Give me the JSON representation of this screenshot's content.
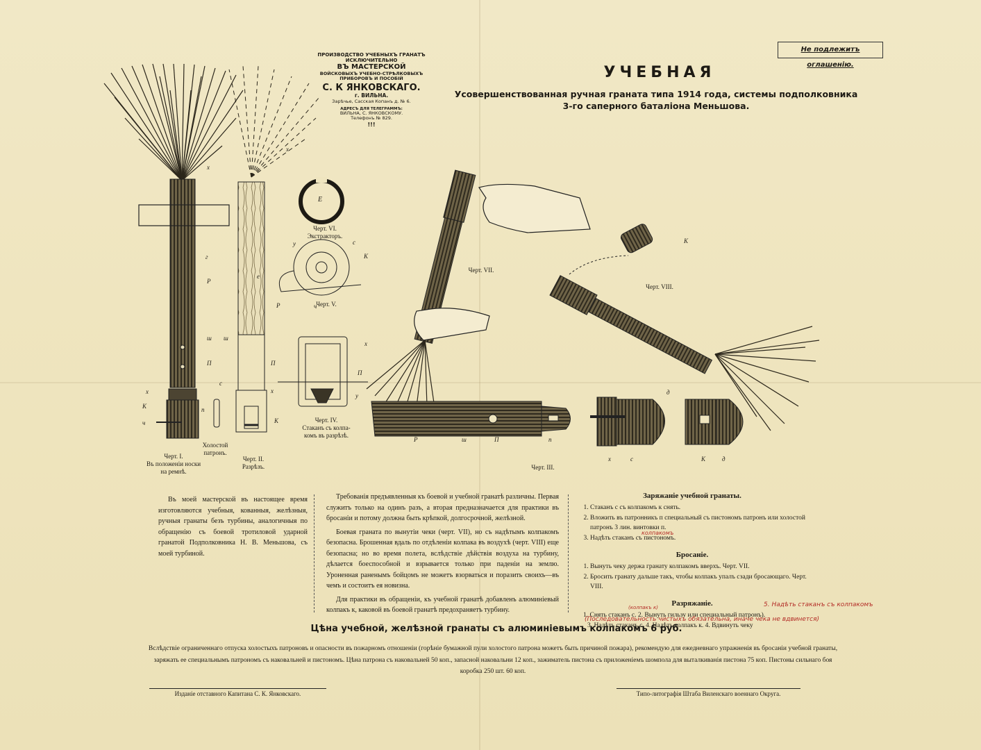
{
  "stamp": "Не подлежитъ оглашенію.",
  "title": "УЧЕБНАЯ",
  "subtitle_1": "Усовершенствованная ручная граната типа 1914 года, системы подполковника",
  "subtitle_2": "3-го саперного баталіона Меньшова.",
  "workshop": {
    "line1": "ПРОИЗВОДСТВО УЧЕБНЫХЪ ГРАНАТЪ",
    "line2": "ИСКЛЮЧИТЕЛЬНО",
    "line3": "ВЪ МАСТЕРСКОЙ",
    "line4": "ВОЙСКОВЫХЪ УЧЕБНО-СТРѢЛКОВЫХЪ",
    "line5": "ПРИБОРОВЪ И ПОСОБІЙ",
    "name": "С. К ЯНКОВСКАГО.",
    "city": "г. ВИЛЬНА.",
    "street": "Зарѣчье, Сасская Копанъ д. № 6.",
    "tel_label": "АДРЕСЪ ДЛЯ ТЕЛЕГРАММЪ:",
    "tel_addr": "ВИЛЬНА, С. ЯНКОВСКОМУ.",
    "phone": "Телефонъ № 829.",
    "marks": "!!!"
  },
  "figures": {
    "fig1": "Черт. I.\nВъ положеніи носки\nна ремнѣ.",
    "fig2": "Черт. II.\nРазрѣзъ.",
    "cartridge": "Холостой\nпатронъ.",
    "fig3": "Черт. III.",
    "fig4": "Черт. IV.\nСтаканъ съ колпа-\nкомъ въ разрѣзѣ.",
    "fig5": "Черт. V.",
    "fig6": "Черт. VI.\nЭкстракторъ.",
    "fig7": "Черт. VII.",
    "fig8": "Черт. VIII."
  },
  "letters": {
    "x": "х",
    "g": "г",
    "r": "Р",
    "sh": "ш",
    "p": "П",
    "k": "К",
    "ch": "ч",
    "s": "с",
    "n": "п",
    "e": "е",
    "y": "у",
    "d": "д",
    "ee": "Е"
  },
  "col1": "Въ моей мастерской въ настоящее время изготовляются учебныя, кованныя, желѣзныя, ручныя гранаты безъ турбины, аналогичныя по обращенію съ боевой тротиловой ударной гранатой Подполковника Н. В. Меньшова, съ моей турбиной.",
  "col2": [
    "Требованія предъявленныя къ боевой и учебной гранатѣ различны. Первая служитъ только на одинъ разъ, а вторая предназначается для практики въ бросаніи и потому должна быть крѣпкой, долгосрочной, желѣзной.",
    "Боевая граната по вынутіи чеки (черт. VII), но съ надѣтымъ колпакомъ безопасна. Брошенная вдаль по отдѣленіи колпака въ воздухѣ (черт. VIII) еще безопасна; но во время полета, вслѣдствіе дѣйствія воздуха на турбину, дѣлается боеспособной и взрывается только при паденіи на землю. Уроненная раненымъ бойцомъ не можетъ взорваться и поразить своихъ—въ чемъ и состоитъ ея новизна.",
    "Для практики въ обращеніи, къ учебной гранатѣ добавленъ алюминіевый колпакъ к, каковой въ боевой гранатѣ предохраняетъ турбину."
  ],
  "charging": {
    "title": "Заряжаніе учебной гранаты.",
    "items": [
      "Стаканъ с съ колпакомъ к снять.",
      "Вложить въ патронникъ п специальный съ пистономъ патронъ или холостой патронъ 3 лин. винтовки п.",
      "Надѣть стаканъ съ пистономъ."
    ],
    "note_hand": "колпакомъ"
  },
  "throwing": {
    "title": "Бросаніе.",
    "items": [
      "Вынуть чеку держа гранату колпакомъ вверхъ. Черт. VII.",
      "Бросить гранату дальше такъ, чтобы колпакъ упалъ сзади бросающаго. Черт. VIII."
    ]
  },
  "discharging": {
    "title": "Разряжаніе.",
    "line1": "1. Снять стаканъ с. 2. Вынуть гильзу или специальный патронъ).",
    "line2": "3. Надѣть стаканъ с. 4. Надѣть колпакъ к. 4. Вдвинуть чеку",
    "hand1": "5. Надѣть стаканъ съ колпакомъ",
    "hand1_sup": "(колпакъ к)",
    "hand2": "(Последовательность чистыхъ обязательна, иначе чека не вдвинется)"
  },
  "price": "Цѣна учебной, желѣзной гранаты съ алюминіевымъ колпакомъ 6 руб.",
  "bottom_note": "Вслѣдствіе ограниченнаго отпуска холостыхъ патроновъ и опасности въ пожарномъ отношеніи (горѣніе бумажной пули холостого патрона можетъ быть причиной пожара), рекомендую для ежедневнаго упражненія въ бросаніи учебной гранаты, заряжать ее специальнымъ патрономъ съ наковальней и пистономъ. Цѣна патрона съ наковальней 50 коп., запасной наковальни 12 коп., зажиматель пистона съ приложеніемъ шомпола для выталкиванія пистона 75 коп. Пистоны сильнаго боя коробка 250 шт. 60 коп.",
  "footer_left": "Изданіе отставного Капитана С. К. Янковскаго.",
  "footer_right": "Типо-литографія Штаба Виленскаго военнаго Округа."
}
